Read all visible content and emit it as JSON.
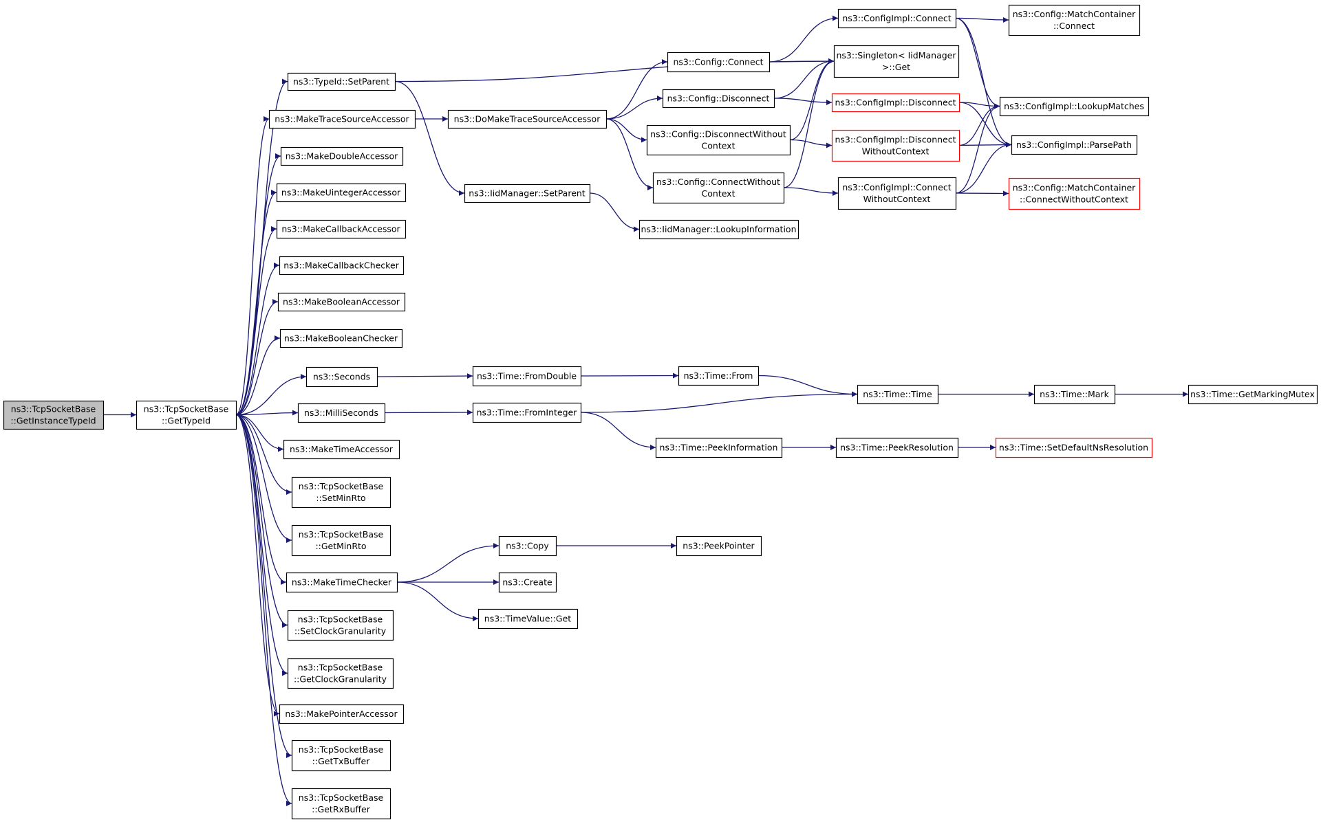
{
  "diagram": {
    "type": "call-graph",
    "colors": {
      "node_border": "#000000",
      "highlight_border": "#ff0000",
      "root_fill": "#bfbfbf",
      "edge": "#191970",
      "text": "#000000"
    },
    "nodes": [
      {
        "id": "root",
        "lines": [
          "ns3::TcpSocketBase",
          "::GetInstanceTypeId"
        ],
        "style": "root"
      },
      {
        "id": "gettypeid",
        "lines": [
          "ns3::TcpSocketBase",
          "::GetTypeId"
        ],
        "style": "normal"
      },
      {
        "id": "typeid_setparent",
        "lines": [
          "ns3::TypeId::SetParent"
        ],
        "style": "normal"
      },
      {
        "id": "maketracesourceaccessor",
        "lines": [
          "ns3::MakeTraceSourceAccessor"
        ],
        "style": "normal"
      },
      {
        "id": "makedoubleaccessor",
        "lines": [
          "ns3::MakeDoubleAccessor"
        ],
        "style": "normal"
      },
      {
        "id": "makeuintegeraccessor",
        "lines": [
          "ns3::MakeUintegerAccessor"
        ],
        "style": "normal"
      },
      {
        "id": "makecallbackaccessor",
        "lines": [
          "ns3::MakeCallbackAccessor"
        ],
        "style": "normal"
      },
      {
        "id": "makecallbackchecker",
        "lines": [
          "ns3::MakeCallbackChecker"
        ],
        "style": "normal"
      },
      {
        "id": "makebooleanaccessor",
        "lines": [
          "ns3::MakeBooleanAccessor"
        ],
        "style": "normal"
      },
      {
        "id": "makebooleanchecker",
        "lines": [
          "ns3::MakeBooleanChecker"
        ],
        "style": "normal"
      },
      {
        "id": "seconds",
        "lines": [
          "ns3::Seconds"
        ],
        "style": "normal"
      },
      {
        "id": "milliseconds",
        "lines": [
          "ns3::MilliSeconds"
        ],
        "style": "normal"
      },
      {
        "id": "maketimeaccessor",
        "lines": [
          "ns3::MakeTimeAccessor"
        ],
        "style": "normal"
      },
      {
        "id": "setminrto",
        "lines": [
          "ns3::TcpSocketBase",
          "::SetMinRto"
        ],
        "style": "normal"
      },
      {
        "id": "getminrto",
        "lines": [
          "ns3::TcpSocketBase",
          "::GetMinRto"
        ],
        "style": "normal"
      },
      {
        "id": "maketimechecker",
        "lines": [
          "ns3::MakeTimeChecker"
        ],
        "style": "normal"
      },
      {
        "id": "setclockgranularity",
        "lines": [
          "ns3::TcpSocketBase",
          "::SetClockGranularity"
        ],
        "style": "normal"
      },
      {
        "id": "getclockgranularity",
        "lines": [
          "ns3::TcpSocketBase",
          "::GetClockGranularity"
        ],
        "style": "normal"
      },
      {
        "id": "makepointeraccessor",
        "lines": [
          "ns3::MakePointerAccessor"
        ],
        "style": "normal"
      },
      {
        "id": "gettxbuffer",
        "lines": [
          "ns3::TcpSocketBase",
          "::GetTxBuffer"
        ],
        "style": "normal"
      },
      {
        "id": "getrxbuffer",
        "lines": [
          "ns3::TcpSocketBase",
          "::GetRxBuffer"
        ],
        "style": "normal"
      },
      {
        "id": "domaketracesourceaccessor",
        "lines": [
          "ns3::DoMakeTraceSourceAccessor"
        ],
        "style": "normal"
      },
      {
        "id": "iidmanager_setparent",
        "lines": [
          "ns3::IidManager::SetParent"
        ],
        "style": "normal"
      },
      {
        "id": "config_connect",
        "lines": [
          "ns3::Config::Connect"
        ],
        "style": "normal"
      },
      {
        "id": "config_disconnect",
        "lines": [
          "ns3::Config::Disconnect"
        ],
        "style": "normal"
      },
      {
        "id": "config_disconnectwithout",
        "lines": [
          "ns3::Config::DisconnectWithout",
          "Context"
        ],
        "style": "normal"
      },
      {
        "id": "config_connectwithout",
        "lines": [
          "ns3::Config::ConnectWithout",
          "Context"
        ],
        "style": "normal"
      },
      {
        "id": "iidmanager_lookupinformation",
        "lines": [
          "ns3::IidManager::LookupInformation"
        ],
        "style": "normal"
      },
      {
        "id": "configimpl_connect",
        "lines": [
          "ns3::ConfigImpl::Connect"
        ],
        "style": "normal"
      },
      {
        "id": "singleton_get",
        "lines": [
          "ns3::Singleton< IidManager",
          ">::Get"
        ],
        "style": "normal"
      },
      {
        "id": "configimpl_disconnect",
        "lines": [
          "ns3::ConfigImpl::Disconnect"
        ],
        "style": "highlight"
      },
      {
        "id": "configimpl_disconnectwithout",
        "lines": [
          "ns3::ConfigImpl::Disconnect",
          "WithoutContext"
        ],
        "style": "highlight"
      },
      {
        "id": "configimpl_connectwithout",
        "lines": [
          "ns3::ConfigImpl::Connect",
          "WithoutContext"
        ],
        "style": "normal"
      },
      {
        "id": "matchcontainer_connect",
        "lines": [
          "ns3::Config::MatchContainer",
          "::Connect"
        ],
        "style": "normal"
      },
      {
        "id": "configimpl_lookupmatches",
        "lines": [
          "ns3::ConfigImpl::LookupMatches"
        ],
        "style": "normal"
      },
      {
        "id": "configimpl_parsepath",
        "lines": [
          "ns3::ConfigImpl::ParsePath"
        ],
        "style": "normal"
      },
      {
        "id": "matchcontainer_connectwithout",
        "lines": [
          "ns3::Config::MatchContainer",
          "::ConnectWithoutContext"
        ],
        "style": "highlight"
      },
      {
        "id": "time_fromdouble",
        "lines": [
          "ns3::Time::FromDouble"
        ],
        "style": "normal"
      },
      {
        "id": "time_frominteger",
        "lines": [
          "ns3::Time::FromInteger"
        ],
        "style": "normal"
      },
      {
        "id": "time_from",
        "lines": [
          "ns3::Time::From"
        ],
        "style": "normal"
      },
      {
        "id": "time_peekinformation",
        "lines": [
          "ns3::Time::PeekInformation"
        ],
        "style": "normal"
      },
      {
        "id": "time_time",
        "lines": [
          "ns3::Time::Time"
        ],
        "style": "normal"
      },
      {
        "id": "time_peekresolution",
        "lines": [
          "ns3::Time::PeekResolution"
        ],
        "style": "normal"
      },
      {
        "id": "time_mark",
        "lines": [
          "ns3::Time::Mark"
        ],
        "style": "normal"
      },
      {
        "id": "time_setdefaultnsresolution",
        "lines": [
          "ns3::Time::SetDefaultNsResolution"
        ],
        "style": "highlight"
      },
      {
        "id": "time_getmarkingmutex",
        "lines": [
          "ns3::Time::GetMarkingMutex"
        ],
        "style": "normal"
      },
      {
        "id": "copy",
        "lines": [
          "ns3::Copy"
        ],
        "style": "normal"
      },
      {
        "id": "create",
        "lines": [
          "ns3::Create"
        ],
        "style": "normal"
      },
      {
        "id": "timevalue_get",
        "lines": [
          "ns3::TimeValue::Get"
        ],
        "style": "normal"
      },
      {
        "id": "peekpointer",
        "lines": [
          "ns3::PeekPointer"
        ],
        "style": "normal"
      }
    ],
    "edges": [
      [
        "root",
        "gettypeid"
      ],
      [
        "gettypeid",
        "typeid_setparent"
      ],
      [
        "gettypeid",
        "maketracesourceaccessor"
      ],
      [
        "gettypeid",
        "makedoubleaccessor"
      ],
      [
        "gettypeid",
        "makeuintegeraccessor"
      ],
      [
        "gettypeid",
        "makecallbackaccessor"
      ],
      [
        "gettypeid",
        "makecallbackchecker"
      ],
      [
        "gettypeid",
        "makebooleanaccessor"
      ],
      [
        "gettypeid",
        "makebooleanchecker"
      ],
      [
        "gettypeid",
        "seconds"
      ],
      [
        "gettypeid",
        "milliseconds"
      ],
      [
        "gettypeid",
        "maketimeaccessor"
      ],
      [
        "gettypeid",
        "setminrto"
      ],
      [
        "gettypeid",
        "getminrto"
      ],
      [
        "gettypeid",
        "maketimechecker"
      ],
      [
        "gettypeid",
        "setclockgranularity"
      ],
      [
        "gettypeid",
        "getclockgranularity"
      ],
      [
        "gettypeid",
        "makepointeraccessor"
      ],
      [
        "gettypeid",
        "gettxbuffer"
      ],
      [
        "gettypeid",
        "getrxbuffer"
      ],
      [
        "typeid_setparent",
        "singleton_get"
      ],
      [
        "typeid_setparent",
        "iidmanager_setparent"
      ],
      [
        "maketracesourceaccessor",
        "domaketracesourceaccessor"
      ],
      [
        "domaketracesourceaccessor",
        "config_connect"
      ],
      [
        "domaketracesourceaccessor",
        "config_disconnect"
      ],
      [
        "domaketracesourceaccessor",
        "config_disconnectwithout"
      ],
      [
        "domaketracesourceaccessor",
        "config_connectwithout"
      ],
      [
        "iidmanager_setparent",
        "iidmanager_lookupinformation"
      ],
      [
        "config_connect",
        "configimpl_connect"
      ],
      [
        "config_connect",
        "singleton_get"
      ],
      [
        "config_disconnect",
        "singleton_get"
      ],
      [
        "config_disconnect",
        "configimpl_disconnect"
      ],
      [
        "config_disconnectwithout",
        "singleton_get"
      ],
      [
        "config_disconnectwithout",
        "configimpl_disconnectwithout"
      ],
      [
        "config_connectwithout",
        "singleton_get"
      ],
      [
        "config_connectwithout",
        "configimpl_connectwithout"
      ],
      [
        "configimpl_connect",
        "matchcontainer_connect"
      ],
      [
        "configimpl_connect",
        "configimpl_lookupmatches"
      ],
      [
        "configimpl_connect",
        "configimpl_parsepath"
      ],
      [
        "configimpl_disconnect",
        "configimpl_lookupmatches"
      ],
      [
        "configimpl_disconnect",
        "configimpl_parsepath"
      ],
      [
        "configimpl_disconnectwithout",
        "configimpl_lookupmatches"
      ],
      [
        "configimpl_disconnectwithout",
        "configimpl_parsepath"
      ],
      [
        "configimpl_connectwithout",
        "configimpl_lookupmatches"
      ],
      [
        "configimpl_connectwithout",
        "configimpl_parsepath"
      ],
      [
        "configimpl_connectwithout",
        "matchcontainer_connectwithout"
      ],
      [
        "seconds",
        "time_fromdouble"
      ],
      [
        "milliseconds",
        "time_frominteger"
      ],
      [
        "time_fromdouble",
        "time_from"
      ],
      [
        "time_from",
        "time_time"
      ],
      [
        "time_frominteger",
        "time_time"
      ],
      [
        "time_frominteger",
        "time_peekinformation"
      ],
      [
        "time_peekinformation",
        "time_peekresolution"
      ],
      [
        "time_peekresolution",
        "time_setdefaultnsresolution"
      ],
      [
        "time_time",
        "time_mark"
      ],
      [
        "time_mark",
        "time_getmarkingmutex"
      ],
      [
        "maketimechecker",
        "copy"
      ],
      [
        "maketimechecker",
        "create"
      ],
      [
        "maketimechecker",
        "timevalue_get"
      ],
      [
        "copy",
        "peekpointer"
      ]
    ]
  }
}
